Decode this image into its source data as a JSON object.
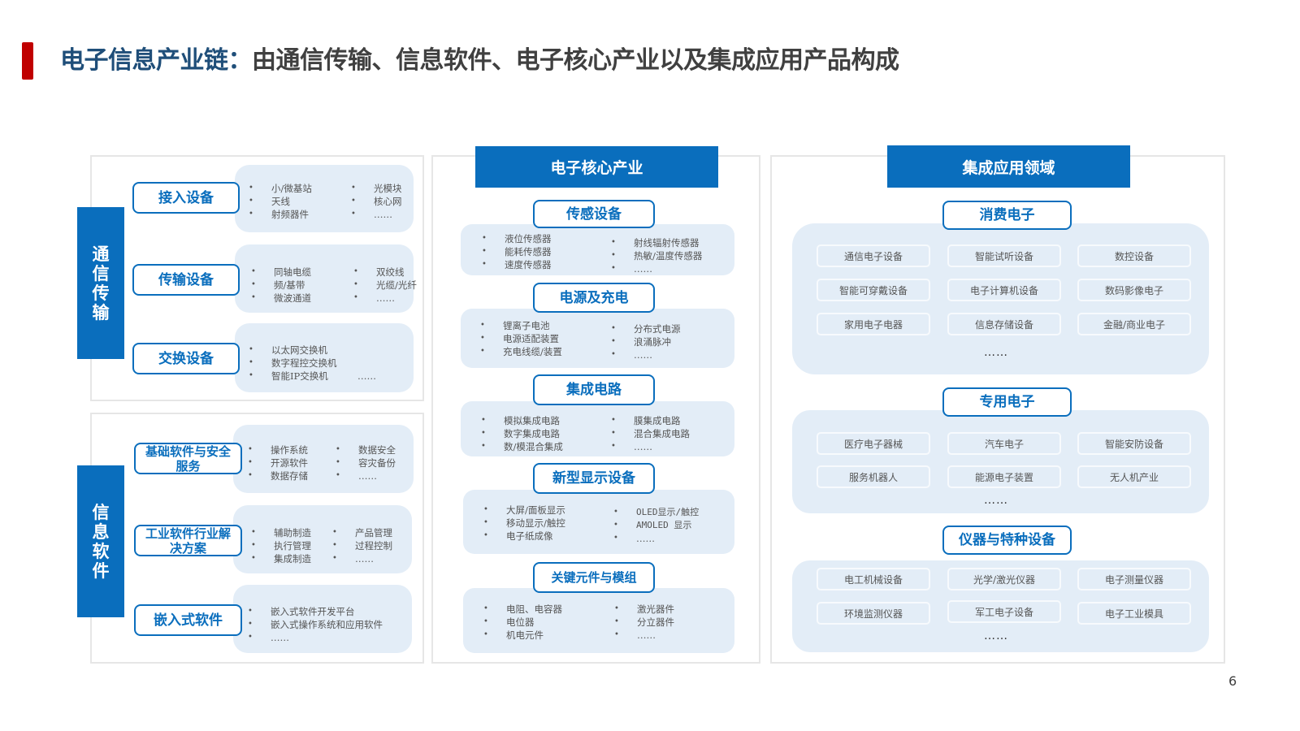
{
  "header": {
    "title_part1": "电子信息产业链：",
    "title_part2": "由通信传输、信息软件、电子核心产业以及集成应用产品构成",
    "page_number": "6"
  },
  "colors": {
    "accent_red": "#c00000",
    "primary_blue": "#0a6ebd",
    "title_navy": "#1f4e79",
    "bubble_bg": "#e3edf7"
  },
  "comm": {
    "label": "通信传输",
    "groups": [
      {
        "name": "接入设备",
        "col1": [
          "小/微基站",
          "天线",
          "射频器件"
        ],
        "col2": [
          "光模块",
          "核心网",
          "……"
        ]
      },
      {
        "name": "传输设备",
        "col1": [
          "同轴电缆",
          "频/基带",
          "微波通道"
        ],
        "col2": [
          "双绞线",
          "光缆/光纤",
          "……"
        ]
      },
      {
        "name": "交换设备",
        "col1": [
          "以太网交换机",
          "数字程控交换机",
          "智能IP交换机"
        ],
        "col2": [
          "",
          "",
          "……"
        ]
      }
    ]
  },
  "software": {
    "label": "信息软件",
    "groups": [
      {
        "name": "基础软件与安全服务",
        "col1": [
          "操作系统",
          "开源软件",
          "数据存储"
        ],
        "col2": [
          "数据安全",
          "容灾备份",
          "……"
        ]
      },
      {
        "name": "工业软件行业解决方案",
        "col1": [
          "辅助制造",
          "执行管理",
          "集成制造"
        ],
        "col2": [
          "产品管理",
          "过程控制",
          "……"
        ]
      },
      {
        "name": "嵌入式软件",
        "col1": [
          "嵌入式软件开发平台",
          "嵌入式操作系统和应用软件",
          "……"
        ],
        "col2": []
      }
    ]
  },
  "core": {
    "header": "电子核心产业",
    "groups": [
      {
        "name": "传感设备",
        "col1": [
          "液位传感器",
          "能耗传感器",
          "速度传感器"
        ],
        "col2": [
          "射线辐射传感器",
          "热敏/温度传感器",
          "……"
        ]
      },
      {
        "name": "电源及充电",
        "col1": [
          "锂离子电池",
          "电源适配装置",
          "充电线缆/装置"
        ],
        "col2": [
          "分布式电源",
          "浪涌脉冲",
          "……"
        ]
      },
      {
        "name": "集成电路",
        "col1": [
          "模拟集成电路",
          "数字集成电路",
          "数/模混合集成"
        ],
        "col2": [
          "膜集成电路",
          "混合集成电路",
          "……"
        ]
      },
      {
        "name": "新型显示设备",
        "col1": [
          "大屏/面板显示",
          "移动显示/触控",
          "电子纸成像"
        ],
        "col2": [
          "OLED显示/触控",
          "AMOLED 显示",
          "……"
        ]
      },
      {
        "name": "关键元件与模组",
        "col1": [
          "电阻、电容器",
          "电位器",
          "机电元件"
        ],
        "col2": [
          "激光器件",
          "分立器件",
          "……"
        ]
      }
    ]
  },
  "apps": {
    "header": "集成应用领域",
    "ellipsis": "……",
    "groups": [
      {
        "name": "消费电子",
        "items": [
          "通信电子设备",
          "智能试听设备",
          "数控设备",
          "智能可穿戴设备",
          "电子计算机设备",
          "数码影像电子",
          "家用电子电器",
          "信息存储设备",
          "金融/商业电子"
        ]
      },
      {
        "name": "专用电子",
        "items": [
          "医疗电子器械",
          "汽车电子",
          "智能安防设备",
          "服务机器人",
          "能源电子装置",
          "无人机产业"
        ]
      },
      {
        "name": "仪器与特种设备",
        "items": [
          "电工机械设备",
          "光学/激光仪器",
          "电子测量仪器",
          "环境监测仪器",
          "军工电子设备",
          "电子工业模具"
        ]
      }
    ]
  }
}
